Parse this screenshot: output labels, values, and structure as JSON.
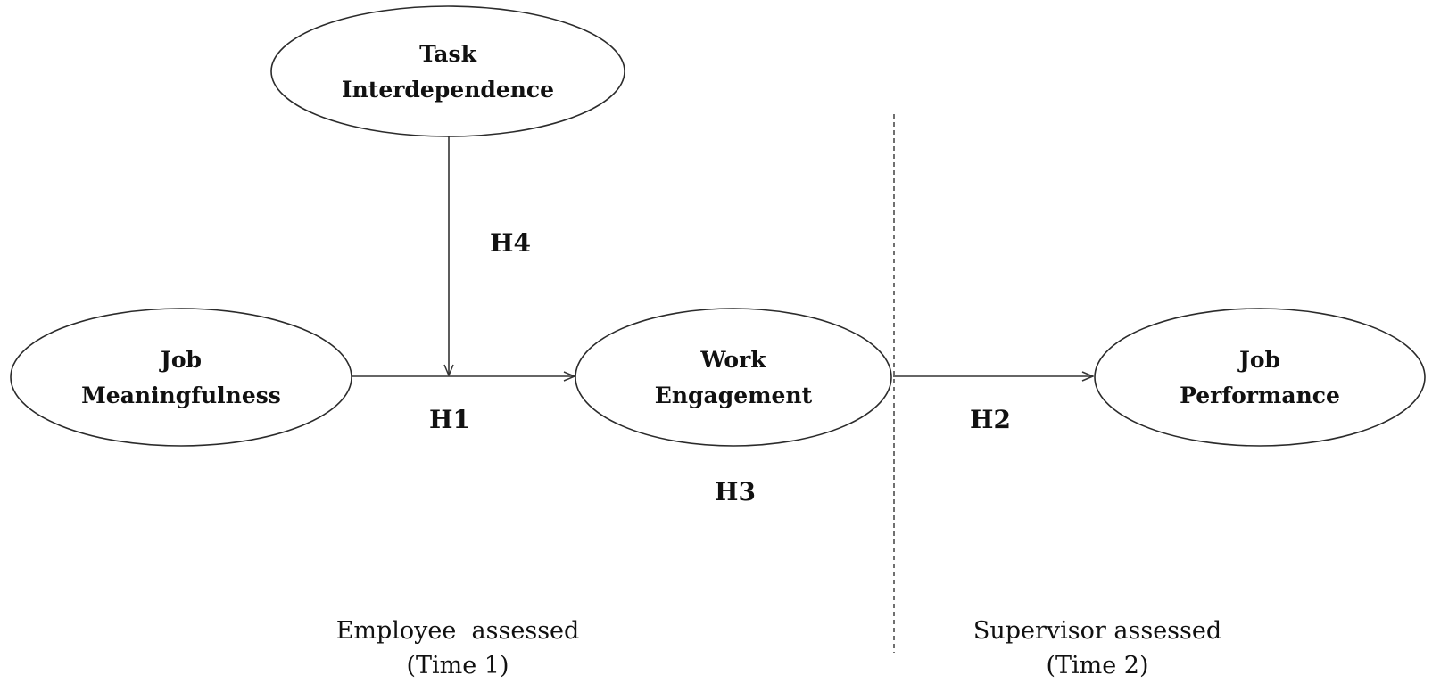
{
  "nodes": {
    "task_interdependence": {
      "line1": "Task",
      "line2": "Interdependence"
    },
    "job_meaningfulness": {
      "line1": "Job",
      "line2": "Meaningfulness"
    },
    "work_engagement": {
      "line1": "Work",
      "line2": "Engagement"
    },
    "job_performance": {
      "line1": "Job",
      "line2": "Performance"
    }
  },
  "hypotheses": {
    "h1": "H1",
    "h2": "H2",
    "h3": "H3",
    "h4": "H4"
  },
  "regions": {
    "employee": {
      "line1": "Employee  assessed",
      "line2": "(Time 1)"
    },
    "supervisor": {
      "line1": "Supervisor assessed",
      "line2": "(Time 2)"
    }
  },
  "colors": {
    "stroke": "#2b2b2b",
    "text": "#111111",
    "background": "#ffffff"
  }
}
